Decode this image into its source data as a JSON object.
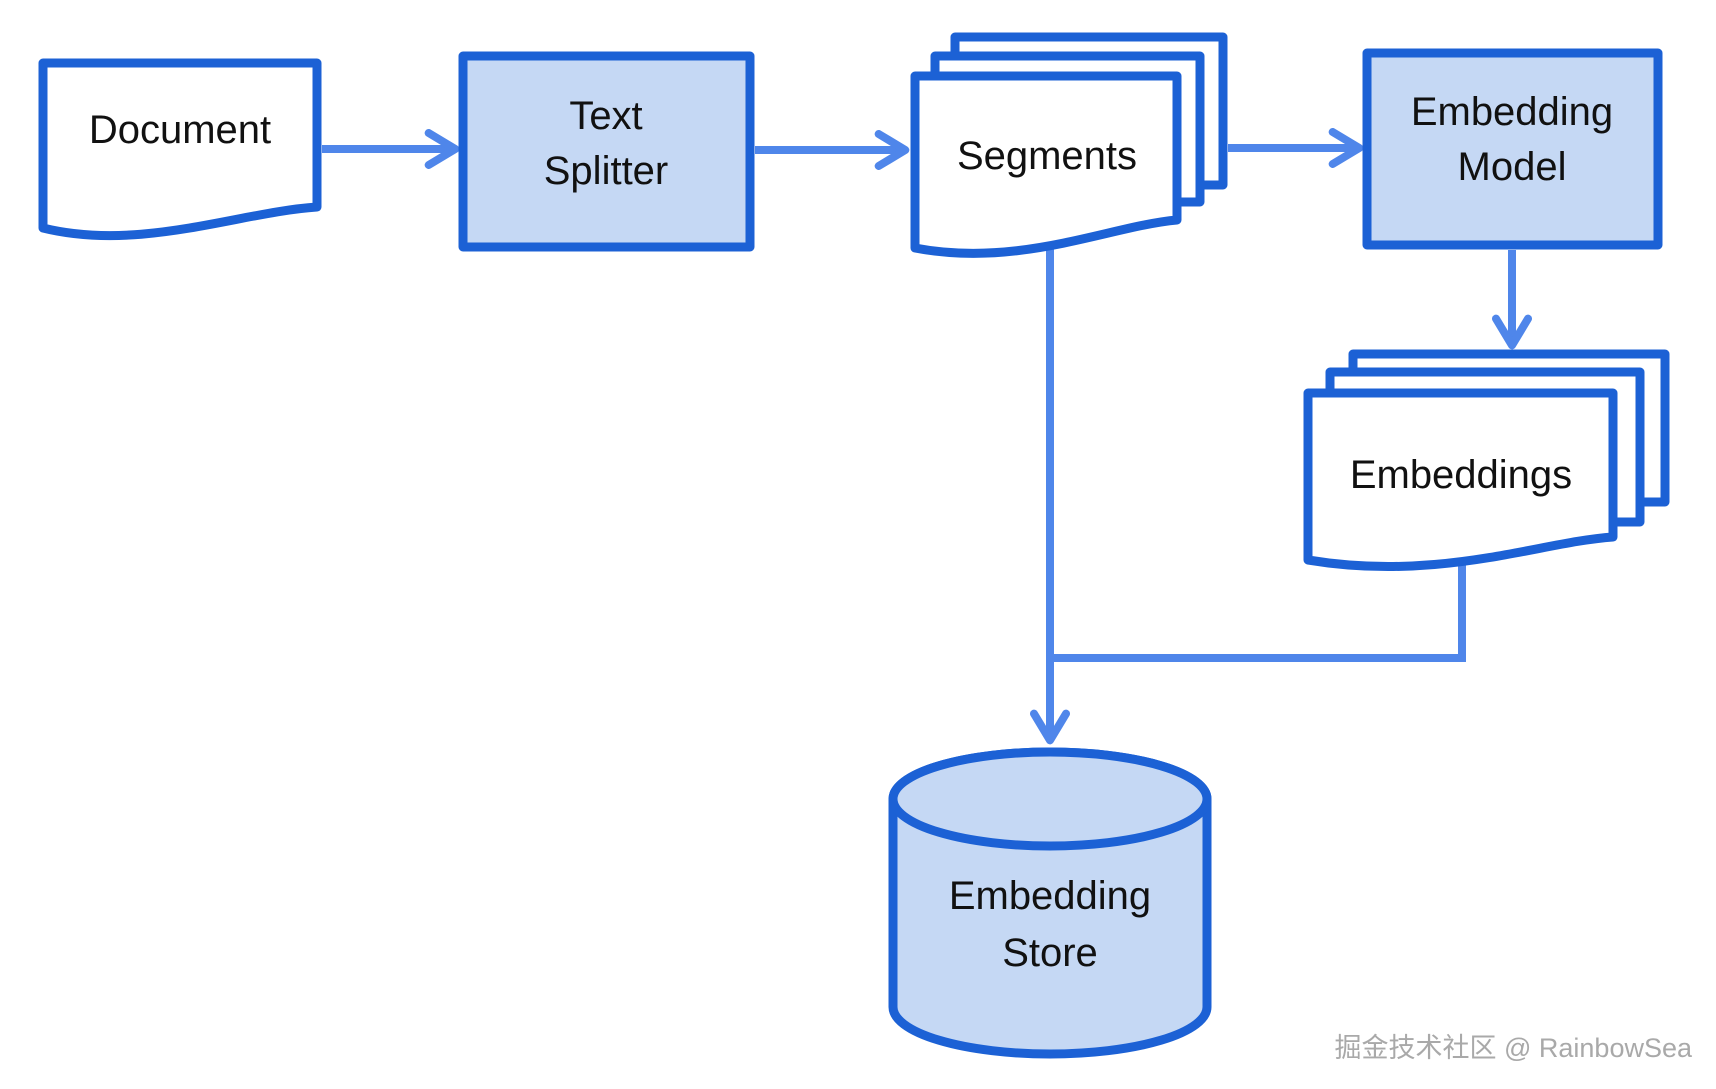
{
  "diagram": {
    "nodes": {
      "document": {
        "label": "Document",
        "shape": "document"
      },
      "text_splitter": {
        "label": [
          "Text",
          "Splitter"
        ],
        "shape": "process-box"
      },
      "segments": {
        "label": "Segments",
        "shape": "multi-document"
      },
      "embedding_model": {
        "label": [
          "Embedding",
          "Model"
        ],
        "shape": "process-box"
      },
      "embeddings": {
        "label": "Embeddings",
        "shape": "multi-document"
      },
      "embedding_store": {
        "label": [
          "Embedding",
          "Store"
        ],
        "shape": "database-cylinder"
      }
    },
    "edges": [
      {
        "from": "document",
        "to": "text_splitter"
      },
      {
        "from": "text_splitter",
        "to": "segments"
      },
      {
        "from": "segments",
        "to": "embedding_model"
      },
      {
        "from": "embedding_model",
        "to": "embeddings"
      },
      {
        "from": "segments",
        "to": "embedding_store"
      },
      {
        "from": "embeddings",
        "to": "embedding_store"
      }
    ],
    "colors": {
      "border": "#1c61d5",
      "arrow": "#4f86ea",
      "fill": "#c5d8f4",
      "text": "#111111",
      "watermark": "#a9a9a9"
    },
    "watermark": "掘金技术社区 @ RainbowSea"
  }
}
